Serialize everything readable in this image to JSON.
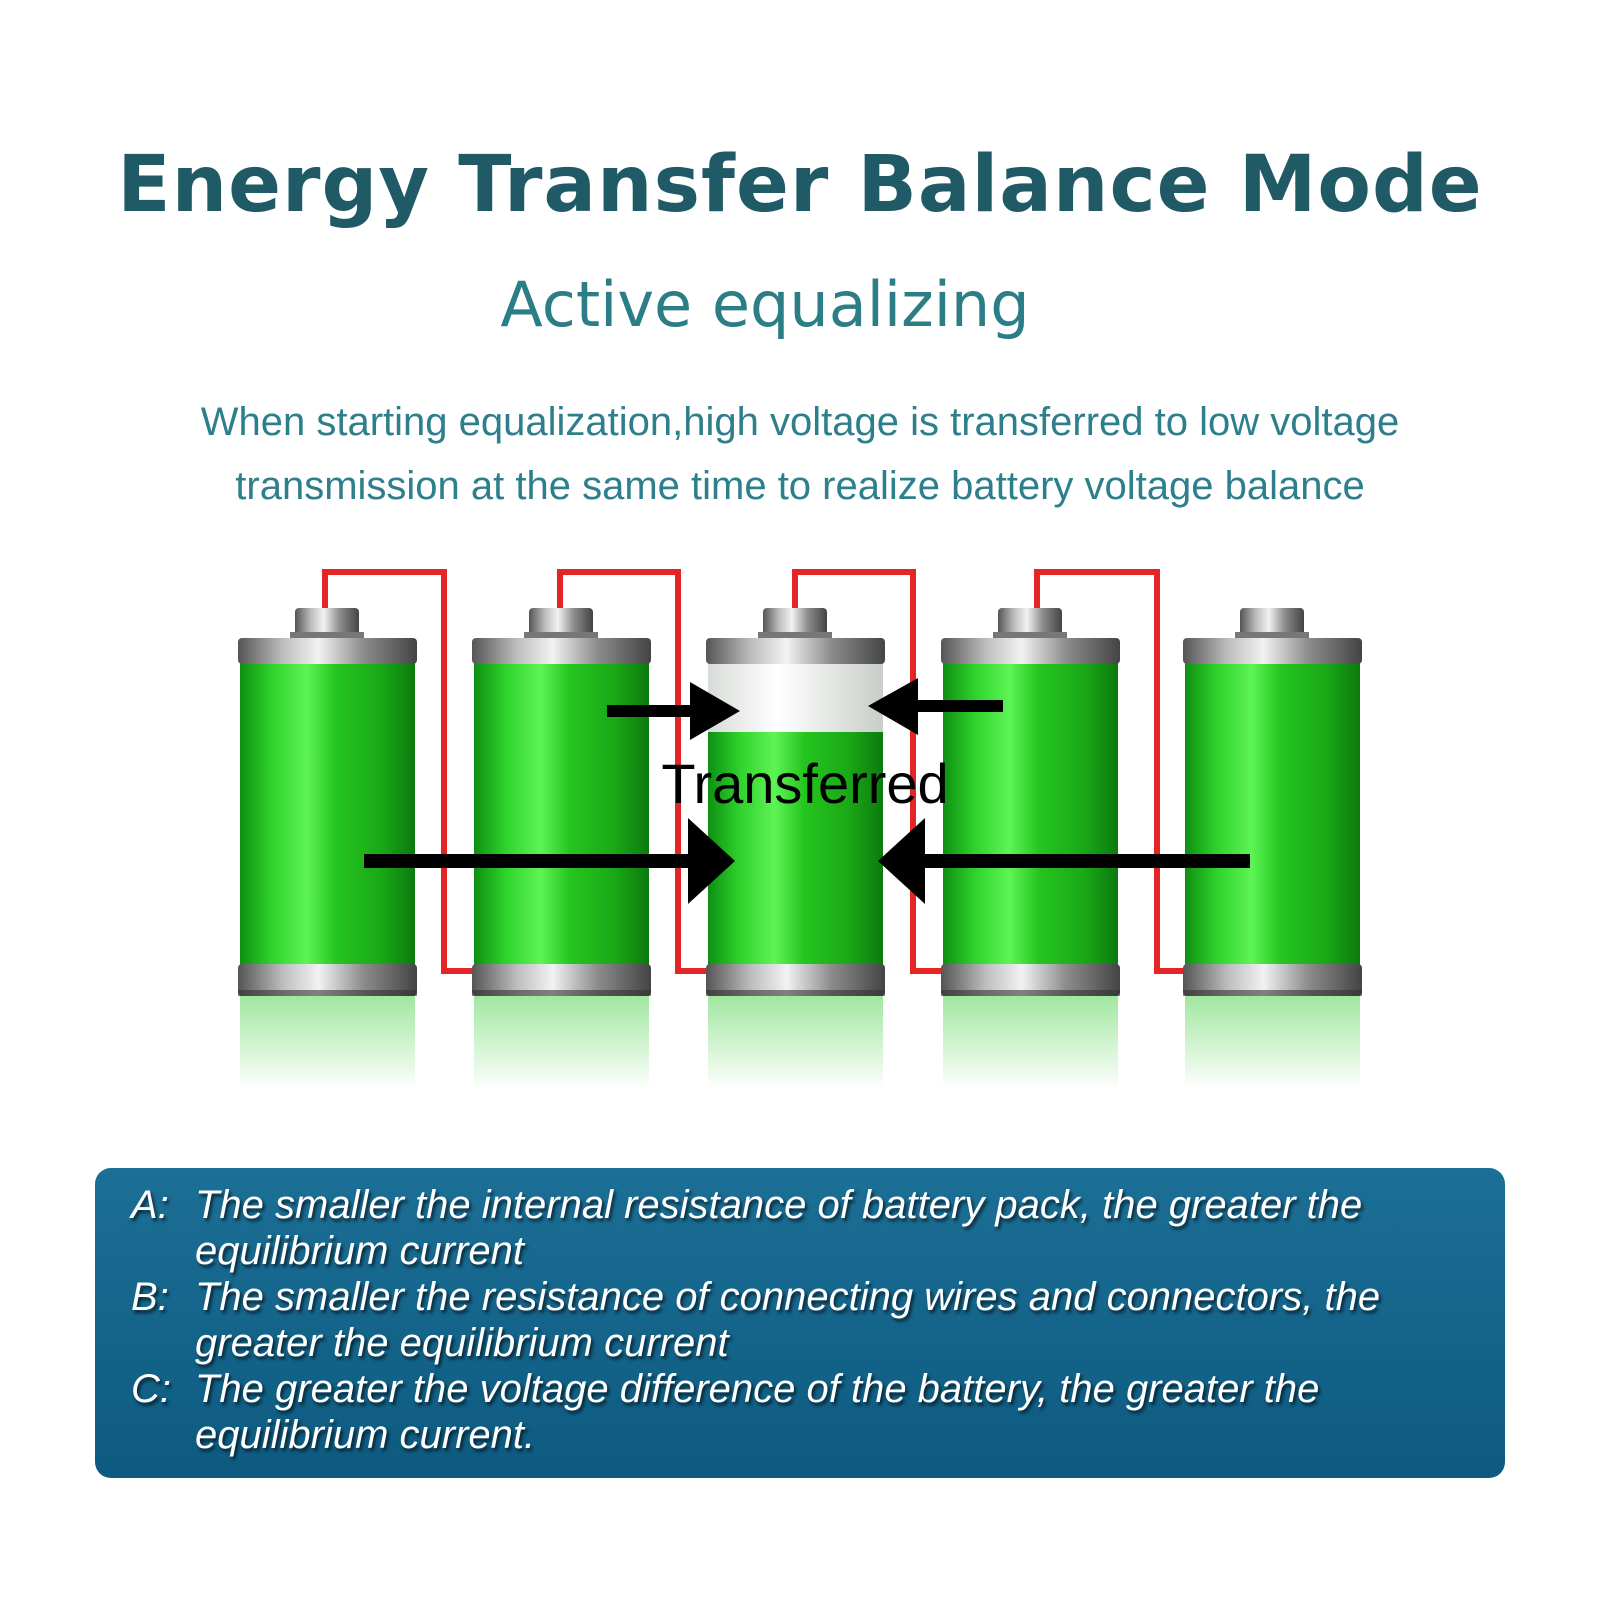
{
  "header": {
    "title": "Energy Transfer Balance Mode",
    "subtitle": "Active equalizing",
    "description_lines": [
      "When starting equalization,high voltage is transferred to low voltage",
      "transmission at the same time to realize battery voltage balance"
    ]
  },
  "diagram": {
    "transfer_label": "Transferred",
    "battery_count": 5,
    "colors": {
      "battery_green": "#22c51f",
      "wire_red": "#e52426",
      "arrow_black": "#000000"
    }
  },
  "info_panel": {
    "items": [
      {
        "letter": "A:",
        "text": "The smaller the internal resistance of battery pack, the greater the equilibrium current"
      },
      {
        "letter": "B:",
        "text": "The smaller the resistance of connecting wires and connectors, the greater the equilibrium current"
      },
      {
        "letter": "C:",
        "text": "The greater the voltage difference of the battery, the greater the equilibrium current."
      }
    ],
    "background": "#1a6b93"
  }
}
